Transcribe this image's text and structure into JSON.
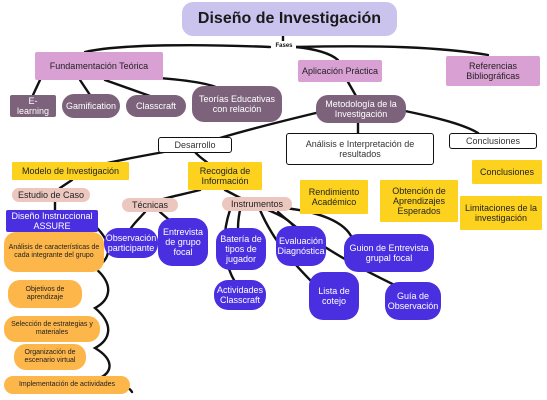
{
  "title": "Diseño de Investigación",
  "connector": "Fases",
  "fundamentacion": {
    "label": "Fundamentación Teórica",
    "children": [
      "E-learning",
      "Gamification",
      "Classcraft",
      "Teorías Educativas con relación"
    ]
  },
  "aplicacion": {
    "label": "Aplicación Práctica"
  },
  "referencias": {
    "label": "Referencias Bibliográficas"
  },
  "metodologia": {
    "label": "Metodología de la Investigación"
  },
  "desarrollo": {
    "label": "Desarrollo"
  },
  "analisis": {
    "label": "Análisis e Interpretación de resultados"
  },
  "conclusiones": {
    "label": "Conclusiones"
  },
  "modelo": {
    "label": "Modelo de Investigación"
  },
  "estudio_caso": {
    "label": "Estudio de Caso"
  },
  "diseno_instruccional": {
    "label": "Diseño Instruccional ASSURE"
  },
  "assure_steps": [
    "Análisis de características de cada integrante del grupo",
    "Objetivos de aprendizaje",
    "Selección de estrategias y materiales",
    "Organización de escenario virtual",
    "Implementación de actividades"
  ],
  "recogida": {
    "label": "Recogida de Información"
  },
  "tecnicas": {
    "label": "Técnicas"
  },
  "tecnicas_items": [
    "Observación participante",
    "Entrevista de grupo focal"
  ],
  "instrumentos": {
    "label": "Instrumentos"
  },
  "instrumentos_items": [
    "Batería de tipos de jugador",
    "Actividades Classcraft",
    "Evaluación Diagnóstica",
    "Lista de cotejo",
    "Guion de Entrevista grupal focal",
    "Guía de Observación"
  ],
  "resultados_items": [
    "Rendimiento Académico",
    "Obtención de Aprendizajes Esperados"
  ],
  "conclusiones_items": [
    "Conclusiones",
    "Limitaciones de la investigación"
  ]
}
